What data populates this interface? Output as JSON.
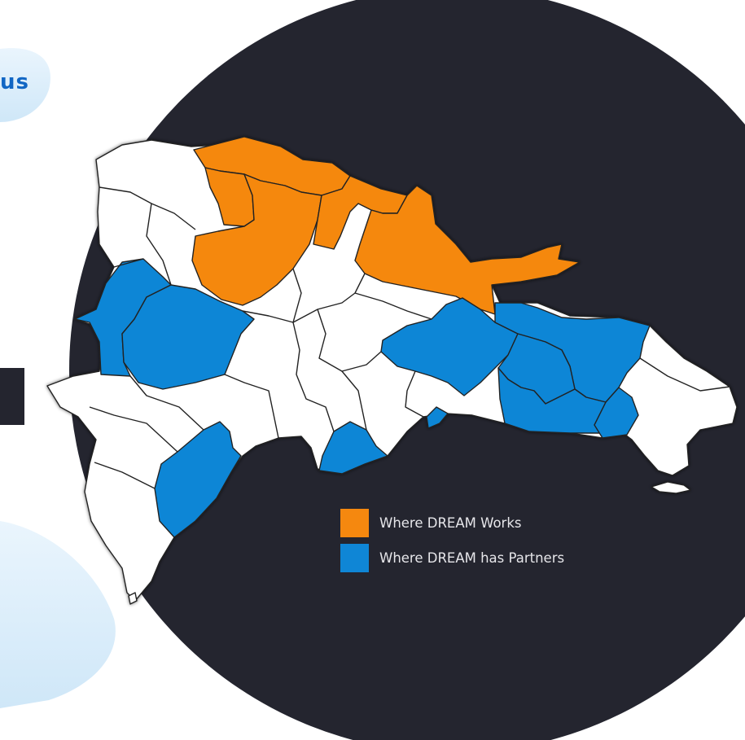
{
  "background": {
    "circle_color": "#24252f",
    "wash_color": "#dbeefa"
  },
  "heading_fragment": "us",
  "map": {
    "region": "Dominican Republic provinces",
    "province_fill_default": "#ffffff",
    "province_border": "#222222"
  },
  "legend": {
    "items": [
      {
        "label": "Where DREAM Works",
        "color": "#f5880f"
      },
      {
        "label": "Where DREAM has Partners",
        "color": "#0f86d6"
      }
    ]
  }
}
